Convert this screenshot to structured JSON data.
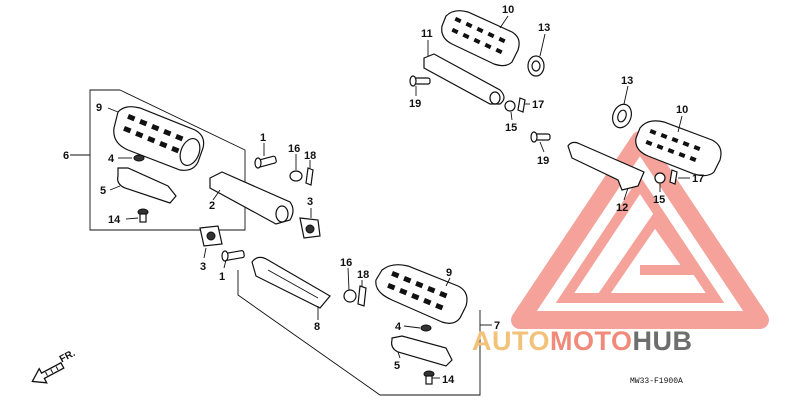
{
  "diagram": {
    "drawing_code": "MW33-F1900A",
    "direction_label": "FR.",
    "callouts": {
      "c1a": "1",
      "c1b": "1",
      "c2": "2",
      "c3a": "3",
      "c3b": "3",
      "c4a": "4",
      "c4b": "4",
      "c5a": "5",
      "c5b": "5",
      "c6": "6",
      "c7": "7",
      "c8": "8",
      "c9a": "9",
      "c9b": "9",
      "c10a": "10",
      "c10b": "10",
      "c11": "11",
      "c12": "12",
      "c13a": "13",
      "c13b": "13",
      "c14a": "14",
      "c14b": "14",
      "c15a": "15",
      "c15b": "15",
      "c16a": "16",
      "c16b": "16",
      "c17a": "17",
      "c17b": "17",
      "c18a": "18",
      "c18b": "18",
      "c19a": "19",
      "c19b": "19"
    }
  },
  "watermark": {
    "part1": "AUTO",
    "part2": "MOTO",
    "part3": "HUB",
    "colors": {
      "auto": "#f3c27a",
      "moto": "#f08a7a",
      "hub": "#6e6e6e",
      "triangle": "#f28b82"
    }
  }
}
